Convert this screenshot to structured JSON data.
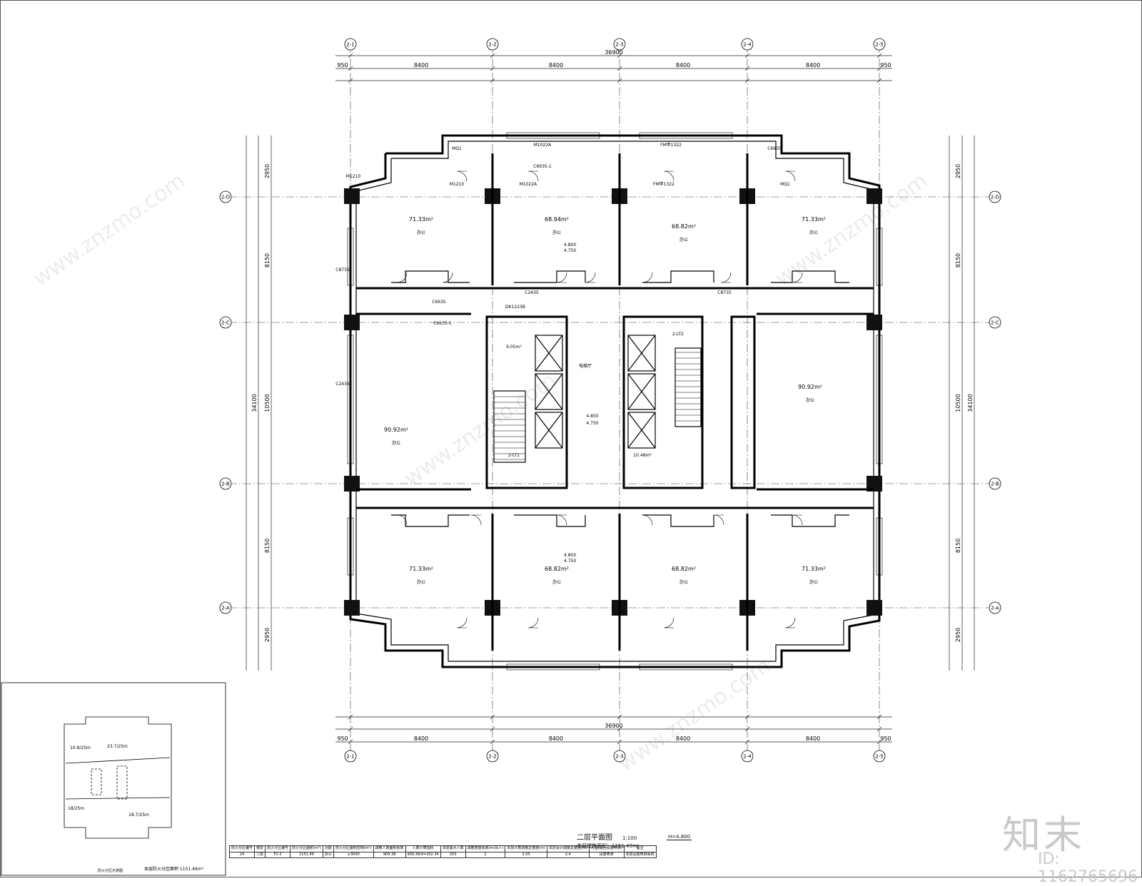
{
  "title": "二层平面图",
  "scale": "1:100",
  "elevation_mark": "H=4.800",
  "area_label": "本层建筑面积：1151.49m²",
  "grid_top": [
    "2-1",
    "2-2",
    "2-3",
    "2-4",
    "2-5"
  ],
  "grid_bottom": [
    "2-1",
    "2-2",
    "2-3",
    "2-4",
    "2-5"
  ],
  "grid_left": [
    "2-D",
    "2-C",
    "2-B",
    "2-A"
  ],
  "grid_right": [
    "2-D",
    "2-C",
    "2-B",
    "2-A"
  ],
  "dims_top": [
    "950",
    "8400",
    "8400",
    "8400",
    "8400",
    "950"
  ],
  "dims_overall": "36900",
  "dims_side": [
    "2950",
    "8150",
    "10500",
    "8150",
    "2950"
  ],
  "dims_side_total": "34100",
  "rooms": [
    {
      "name": "办公",
      "area": "71.33m²"
    },
    {
      "name": "办公",
      "area": "68.94m²"
    },
    {
      "name": "办公",
      "area": "68.82m²"
    },
    {
      "name": "办公",
      "area": "71.33m²"
    },
    {
      "name": "办公",
      "area": "90.92m²"
    },
    {
      "name": "办公",
      "area": "90.92m²"
    },
    {
      "name": "办公",
      "area": "71.33m²"
    },
    {
      "name": "办公",
      "area": "68.82m²"
    },
    {
      "name": "办公",
      "area": "68.82m²"
    },
    {
      "name": "办公",
      "area": "71.33m²"
    }
  ],
  "core_labels": [
    "电梯厅",
    "2-LT1",
    "2-LT2",
    "6.05m²",
    "10.48m²",
    "4.850",
    "4.750"
  ],
  "doors": [
    "M1210",
    "M1022A",
    "FM甲1322",
    "MQ1",
    "C6635",
    "C2435",
    "C8735",
    "C6635-1",
    "DK1223B"
  ],
  "elev_labels": [
    "4.800",
    "4.750"
  ],
  "table": {
    "headers": [
      "防火分区编号",
      "楼层",
      "防火分区编号",
      "防火分区面积(m²)",
      "功能",
      "防火分区面积控制(m²)",
      "疏散人数面积系数",
      "人数计算指标",
      "本层最大人数",
      "疏散宽度系数(m/百人)",
      "本层计算疏散总宽度(m)",
      "本层设计疏散总宽度(m)",
      "大堂(是否设置喷淋)",
      "备注"
    ],
    "row": [
      "24",
      "二层",
      "F2-2",
      "1151.49",
      "办公",
      "≥3000",
      "909.38",
      "909.38/4=202.34",
      "203",
      "1",
      "2.03",
      "2.4",
      "设置喷淋",
      "本层设置喷淋系统"
    ]
  },
  "inset": {
    "labels": [
      "10.8/25m",
      "23.7/25m",
      "18/25m",
      "18.7/25m"
    ],
    "caption1": "防火分区示意图",
    "caption2": "本层防火分区面积 1151.49m²"
  },
  "brand": "知末",
  "doc_id": "ID: 1162765696",
  "watermark": "www.znzmo.com",
  "colors": {
    "line": "#000000",
    "watermark": "#c9c9c9"
  }
}
